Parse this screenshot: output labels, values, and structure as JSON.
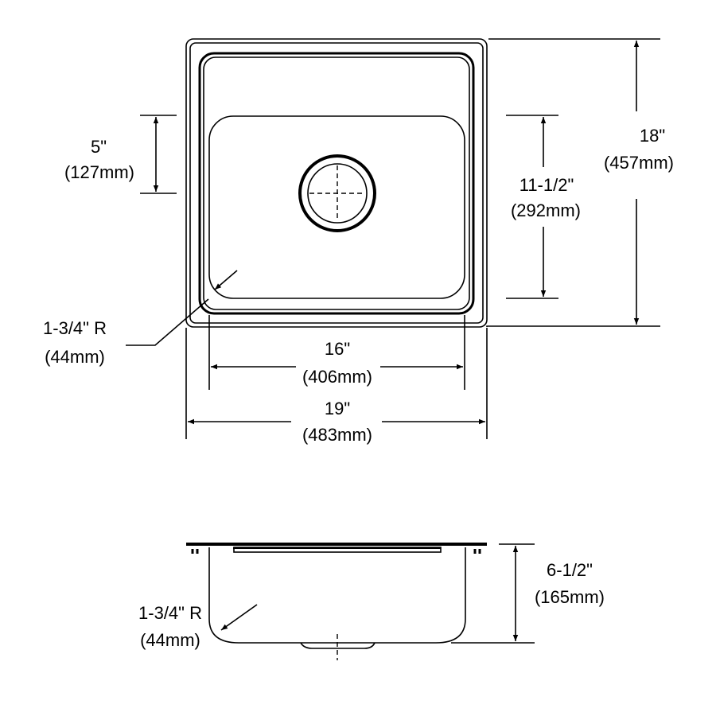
{
  "top_view": {
    "overall_width": {
      "in": "19\"",
      "mm": "(483mm)"
    },
    "overall_length": {
      "in": "18\"",
      "mm": "(457mm)"
    },
    "bowl_width": {
      "in": "16\"",
      "mm": "(406mm)"
    },
    "bowl_length": {
      "in": "11-1/2\"",
      "mm": "(292mm)"
    },
    "drain_offset": {
      "in": "5\"",
      "mm": "(127mm)"
    },
    "corner_radius": {
      "in": "1-3/4\" R",
      "mm": "(44mm)"
    }
  },
  "side_view": {
    "depth": {
      "in": "6-1/2\"",
      "mm": "(165mm)"
    },
    "corner_radius": {
      "in": "1-3/4\" R",
      "mm": "(44mm)"
    }
  }
}
